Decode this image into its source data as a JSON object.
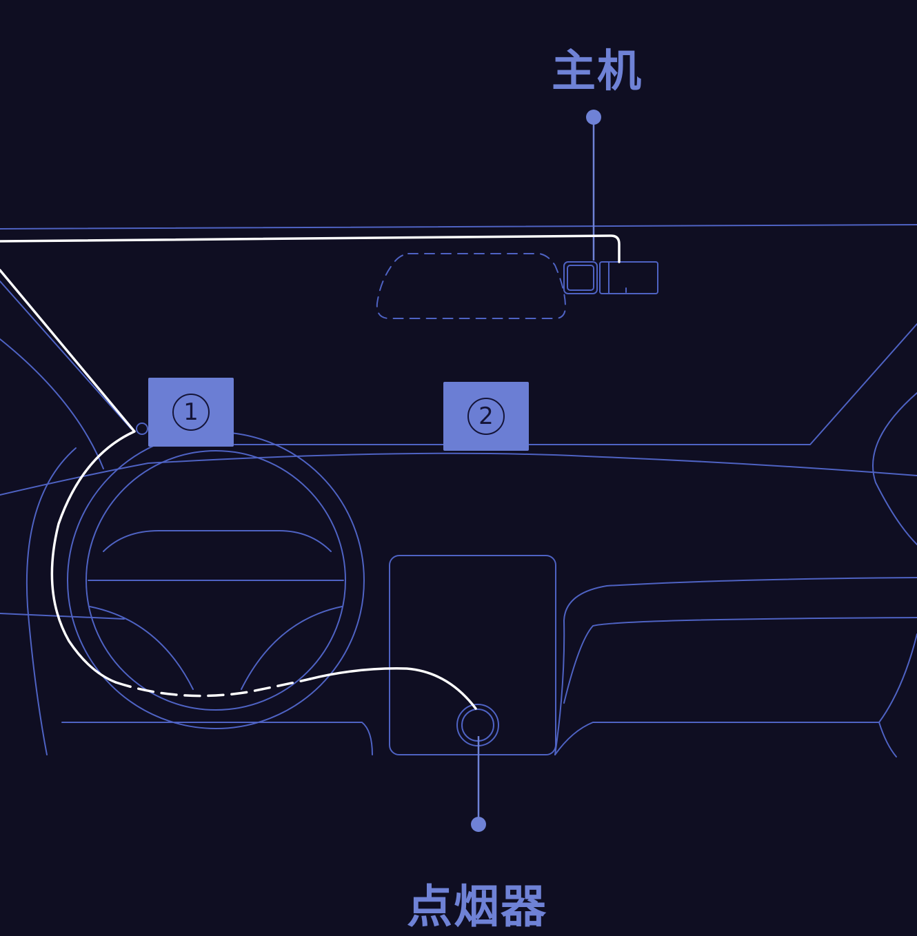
{
  "labels": {
    "host": "主机",
    "lighter": "点烟器"
  },
  "steps": [
    {
      "number": "1"
    },
    {
      "number": "2"
    }
  ],
  "colors": {
    "background": "#0f0e22",
    "line": "#4f63c4",
    "accent": "#6f82d6",
    "box": "#6b7ed4",
    "cable": "#ffffff"
  }
}
